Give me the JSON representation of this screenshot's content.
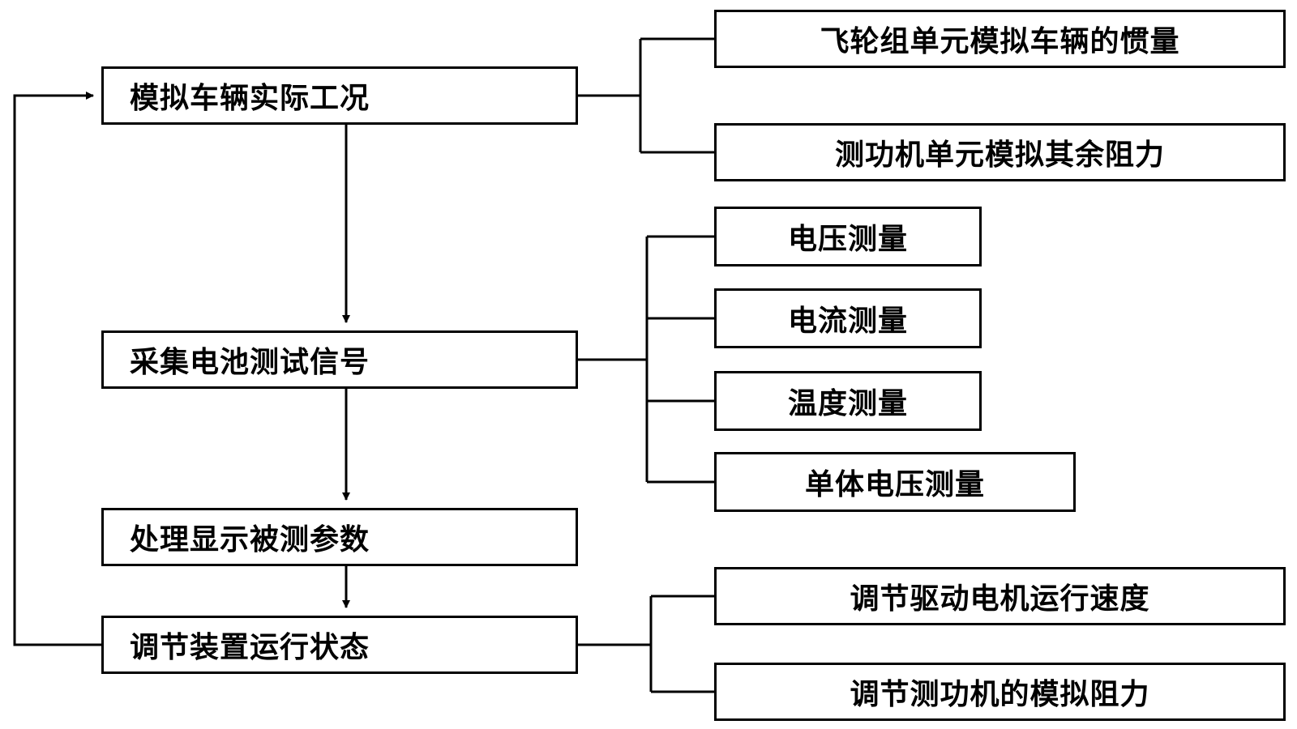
{
  "steps": [
    {
      "label": "模拟车辆实际工况"
    },
    {
      "label": "采集电池测试信号"
    },
    {
      "label": "处理显示被测参数"
    },
    {
      "label": "调节装置运行状态"
    }
  ],
  "simulate_branch": [
    {
      "label": "飞轮组单元模拟车辆的惯量"
    },
    {
      "label": "测功机单元模拟其余阻力"
    }
  ],
  "acquire_branch": [
    {
      "label": "电压测量"
    },
    {
      "label": "电流测量"
    },
    {
      "label": "温度测量"
    },
    {
      "label": "单体电压测量"
    }
  ],
  "adjust_branch": [
    {
      "label": "调节驱动电机运行速度"
    },
    {
      "label": "调节测功机的模拟阻力"
    }
  ],
  "colors": {
    "line": "#000000",
    "box_border": "#000000",
    "background": "#ffffff"
  }
}
